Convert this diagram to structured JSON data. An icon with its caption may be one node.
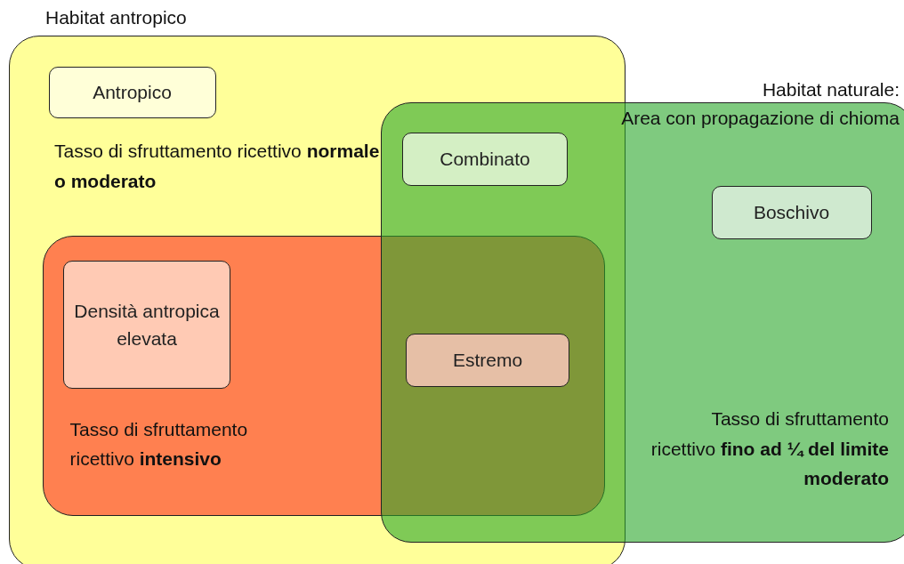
{
  "diagram": {
    "nodes": [
      {
        "text": [
          "Habitat antropico",
          "Tasso di sfruttamento ricettivo **normale o moderato**"
        ]
      },
      {
        "text": [
          "Antropico"
        ],
        "in": 0
      },
      {
        "text": [
          "Habitat naturale:",
          "Area con propagazione di chioma",
          "Tasso di sfruttamento ricettivo **fino ad ¼ del limite moderato**"
        ]
      },
      {
        "text": [
          "Combinato"
        ]
      },
      {
        "text": [
          "Boschivo"
        ],
        "in": 2
      },
      {
        "text": [
          "Tasso di sfruttamento ricettivo **intensivo**"
        ],
        "in": 0
      },
      {
        "text": [
          "Densità antropica elevata"
        ],
        "in": 5
      },
      {
        "text": [
          "Estremo"
        ]
      }
    ]
  }
}
